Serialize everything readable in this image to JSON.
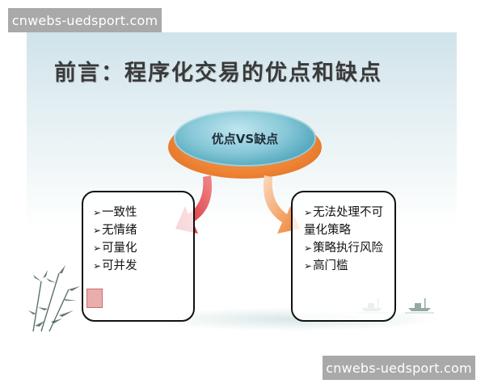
{
  "watermarks": {
    "top_left": "cnwebs-uedsport.com",
    "bottom_right": "cnwebs-uedsport.com"
  },
  "slide": {
    "title": "前言：程序化交易的优点和缺点",
    "center_label": "优点VS缺点",
    "bullet_glyph": "➢",
    "advantages": [
      {
        "text": "一致性"
      },
      {
        "text": "无情绪"
      },
      {
        "text": "可量化"
      },
      {
        "text": "可并发"
      }
    ],
    "disadvantages": [
      {
        "text": "无法处理不可量化策略"
      },
      {
        "text": "策略执行风险"
      },
      {
        "text": "高门槛"
      }
    ],
    "colors": {
      "ellipse_top": "#4aa3bb",
      "ellipse_base": "#ee8434",
      "left_arrow": "#d9303a",
      "right_arrow": "#f08a3c",
      "title_text": "#3a3a3a"
    }
  }
}
